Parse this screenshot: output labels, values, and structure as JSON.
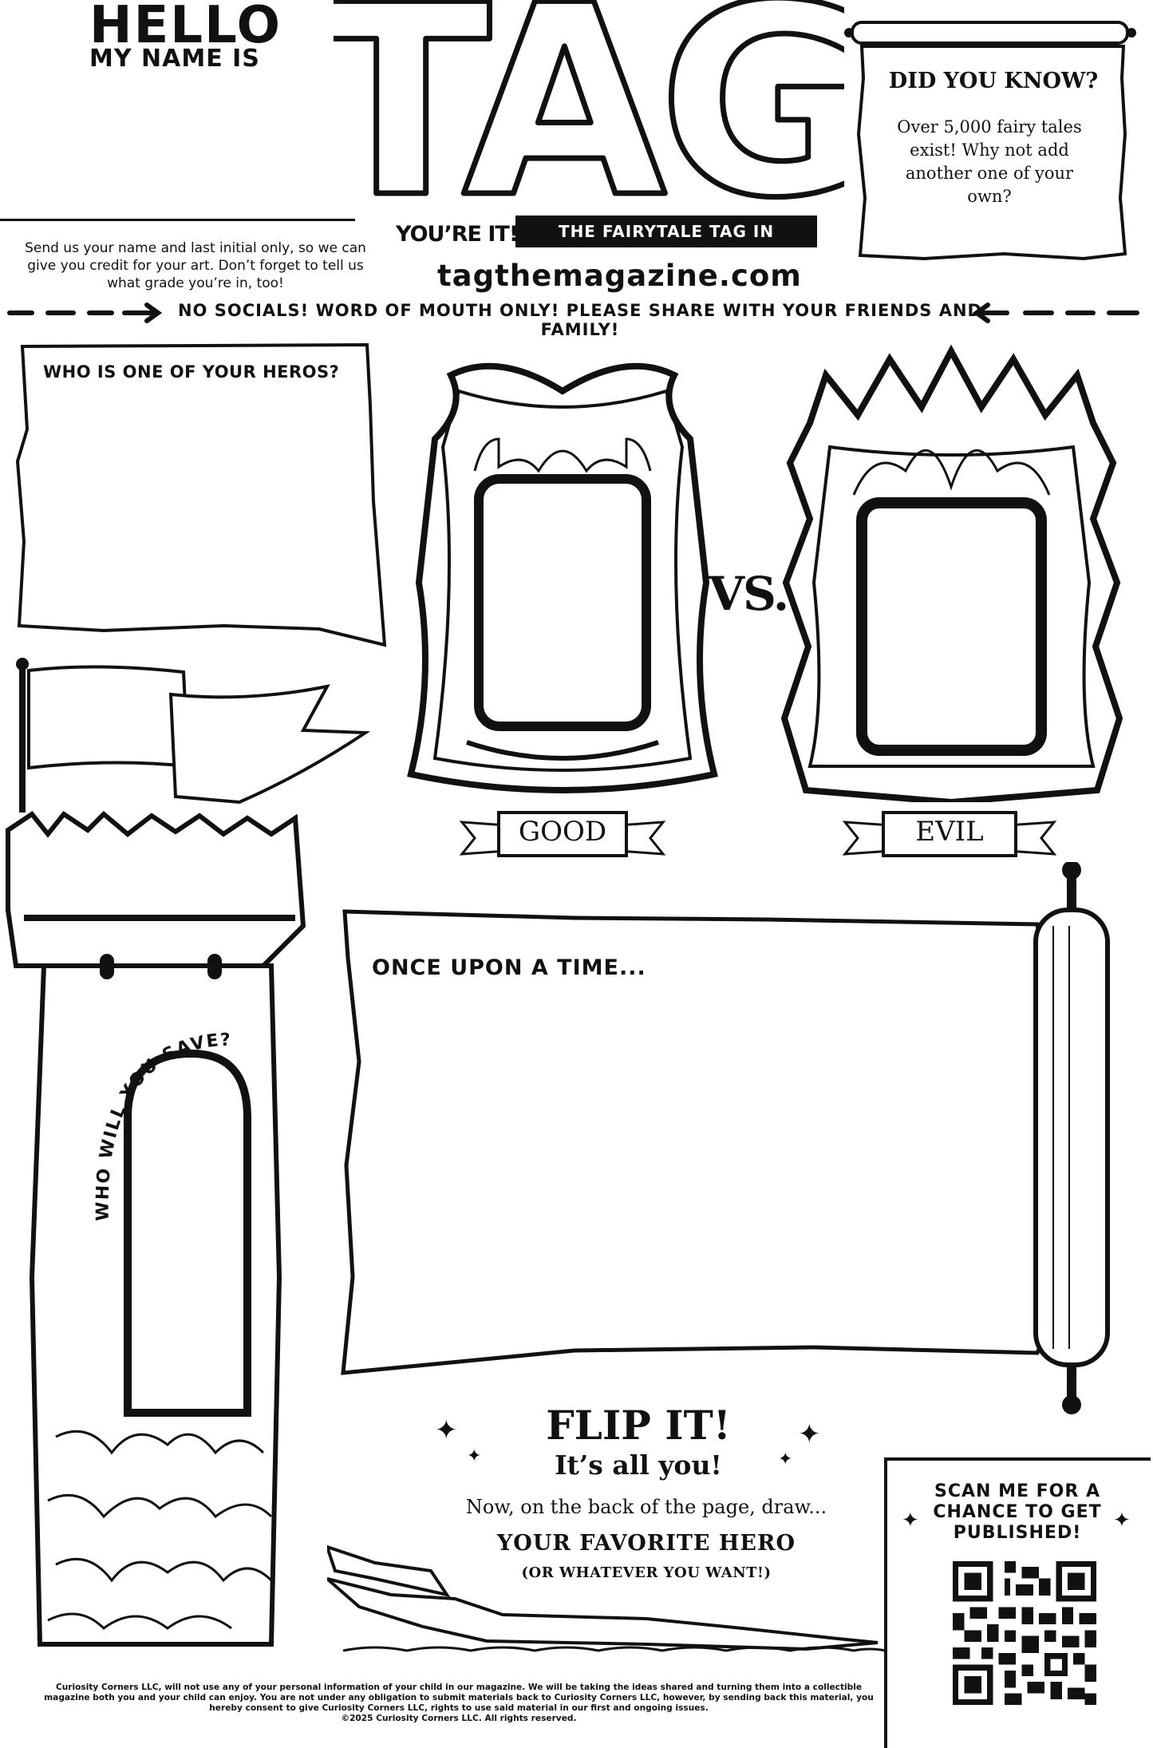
{
  "header": {
    "hello": "HELLO",
    "my_name_is": "MY NAME IS",
    "send_note": "Send us your name and last initial only, so we can give you credit for your art. Don’t forget to tell us what grade you’re in, too!",
    "title": "TAG",
    "youre_it": "YOU’RE IT!",
    "banner": "THE FAIRYTALE TAG IN",
    "website": "tagthemagazine.com"
  },
  "did_you_know": {
    "title": "DID YOU KNOW?",
    "body": "Over 5,000 fairy tales exist! Why not add another one of your own?"
  },
  "share_notice": "NO SOCIALS! WORD OF MOUTH ONLY! PLEASE SHARE WITH YOUR FRIENDS AND FAMILY!",
  "hero_box": {
    "question": "WHO IS ONE OF YOUR HEROS?"
  },
  "frames": {
    "vs": "VS.",
    "good_label": "GOOD",
    "evil_label": "EVIL"
  },
  "tower": {
    "prompt": "WHO WILL YOU SAVE?"
  },
  "story": {
    "prompt": "ONCE UPON A TIME..."
  },
  "flip": {
    "title": "FLIP IT!",
    "subtitle": "It’s all you!",
    "instruction": "Now, on the back of the page, draw...",
    "hero": "YOUR FAVORITE HERO",
    "alt": "(OR WHATEVER YOU WANT!)"
  },
  "qr": {
    "text": "SCAN ME FOR A CHANCE TO GET PUBLISHED!"
  },
  "footer": {
    "legal": "Curiosity Corners LLC, will not use any of your personal information of your child in our magazine. We will be taking the ideas shared and turning them into a collectible magazine both you and your child can enjoy. You are not under any obligation to submit materials back to Curiosity Corners LLC, however, by sending back this material, you hereby consent to give Curiosity Corners LLC, rights to use said material in our first and ongoing issues.",
    "copyright": "©2025 Curiosity Corners LLC. All rights reserved."
  }
}
